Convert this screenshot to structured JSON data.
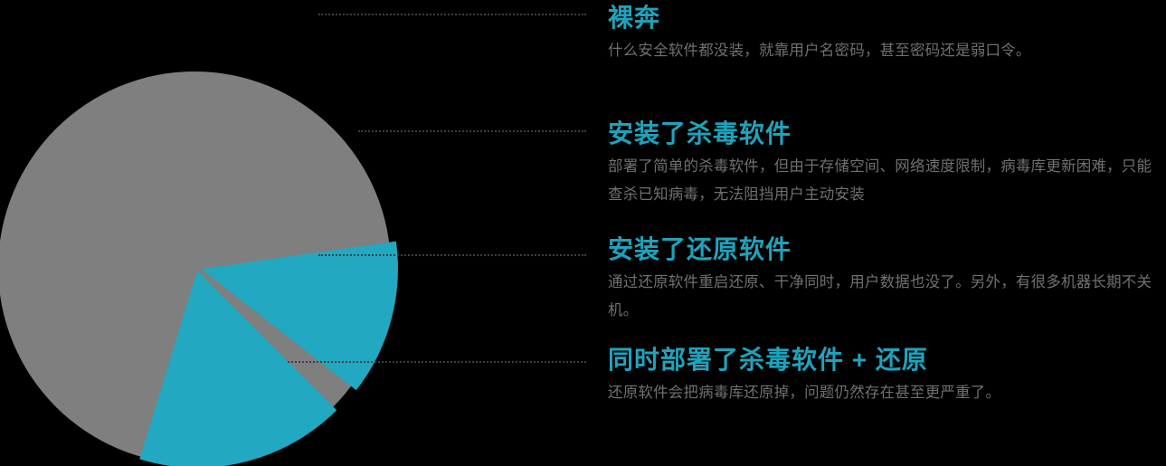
{
  "chart_data": {
    "type": "pie",
    "title": "",
    "categories": [
      "裸奔",
      "安装了杀毒软件",
      "安装了还原软件",
      "同时部署了杀毒软件 + 还原"
    ],
    "values": [
      70,
      3,
      13,
      14
    ],
    "colors": [
      "#7f7f7f",
      "#7f7f7f",
      "#22a8c0",
      "#22a8c0"
    ],
    "legend_position": "right",
    "grid": false,
    "exploded_slices": [
      "安装了还原软件",
      "同时部署了杀毒软件 + 还原"
    ],
    "center": [
      215,
      296
    ],
    "radius": 217
  },
  "palette": {
    "gray_slice": "#7f7f7f",
    "teal_slice": "#22a8c0",
    "heading": "#1fa3bc",
    "body_text": "#6f7072",
    "leader_line": "#3a3f46",
    "background": "#000000"
  },
  "legend": {
    "items": [
      {
        "title": "裸奔",
        "desc": "什么安全软件都没装，就靠用户名密码，甚至密码还是弱口令。"
      },
      {
        "title": "安装了杀毒软件",
        "desc": "部署了简单的杀毒软件，但由于存储空间、网络速度限制，病毒库更新困难，只能查杀已知病毒，无法阻挡用户主动安装"
      },
      {
        "title": "安装了还原软件",
        "desc": "通过还原软件重启还原、干净同时，用户数据也没了。另外，有很多机器长期不关机。"
      },
      {
        "title": "同时部署了杀毒软件 + 还原",
        "desc": "还原软件会把病毒库还原掉，问题仍然存在甚至更严重了。"
      }
    ]
  }
}
